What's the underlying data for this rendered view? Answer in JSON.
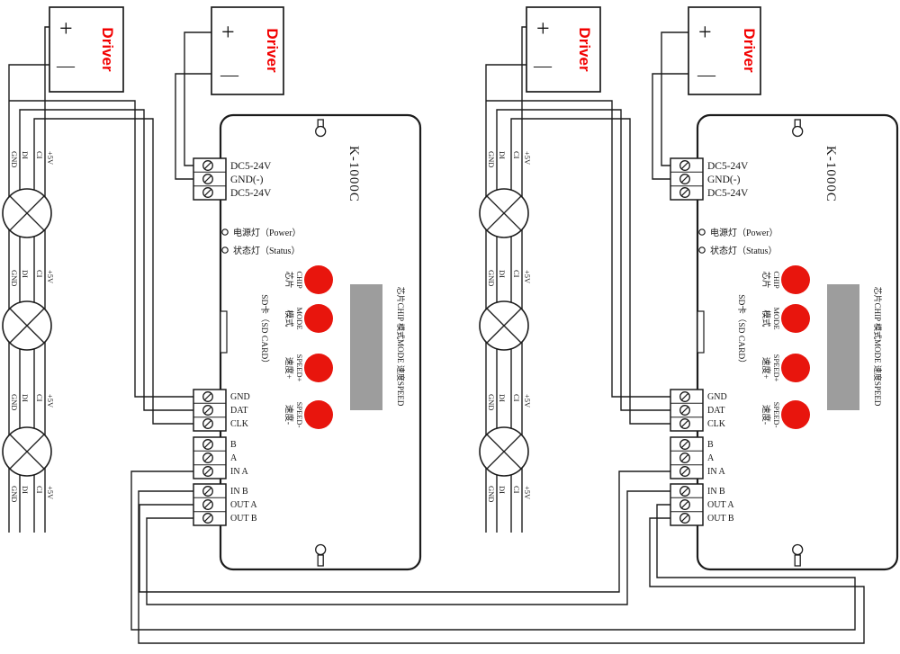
{
  "palette": {
    "wire": "#1c1c1c",
    "accent_red": "#f20000",
    "button_red": "#e8150d",
    "display_gray": "#9d9d9d",
    "box_fill": "#ffffff"
  },
  "driver": {
    "label": "Driver",
    "plus": "+",
    "minus": "—"
  },
  "controller": {
    "model": "K-1000C",
    "power_terminal_labels": [
      "DC5-24V",
      "GND(-)",
      "DC5-24V"
    ],
    "power_indicator_label": "电源灯（Power）",
    "status_indicator_label": "状态灯（Status）",
    "sd_card_label": "SD卡（SD CARD）",
    "buttons": [
      {
        "zh": "芯片",
        "en": "CHIP"
      },
      {
        "zh": "模式",
        "en": "MODE"
      },
      {
        "zh": "速度+",
        "en": "SPEED+"
      },
      {
        "zh": "速度-",
        "en": "SPEED-"
      }
    ],
    "display_legend": "芯片CHIP 模式MODE 速度SPEED",
    "signal_terminal_labels": [
      "GND",
      "DAT",
      "CLK"
    ],
    "rs485_terminal_labels": [
      "B",
      "A",
      "IN A"
    ],
    "cascade_terminal_labels": [
      "IN B",
      "OUT A",
      "OUT B"
    ]
  },
  "led_module": {
    "wire_labels": [
      "GND",
      "DI",
      "CI",
      "+5V"
    ]
  }
}
